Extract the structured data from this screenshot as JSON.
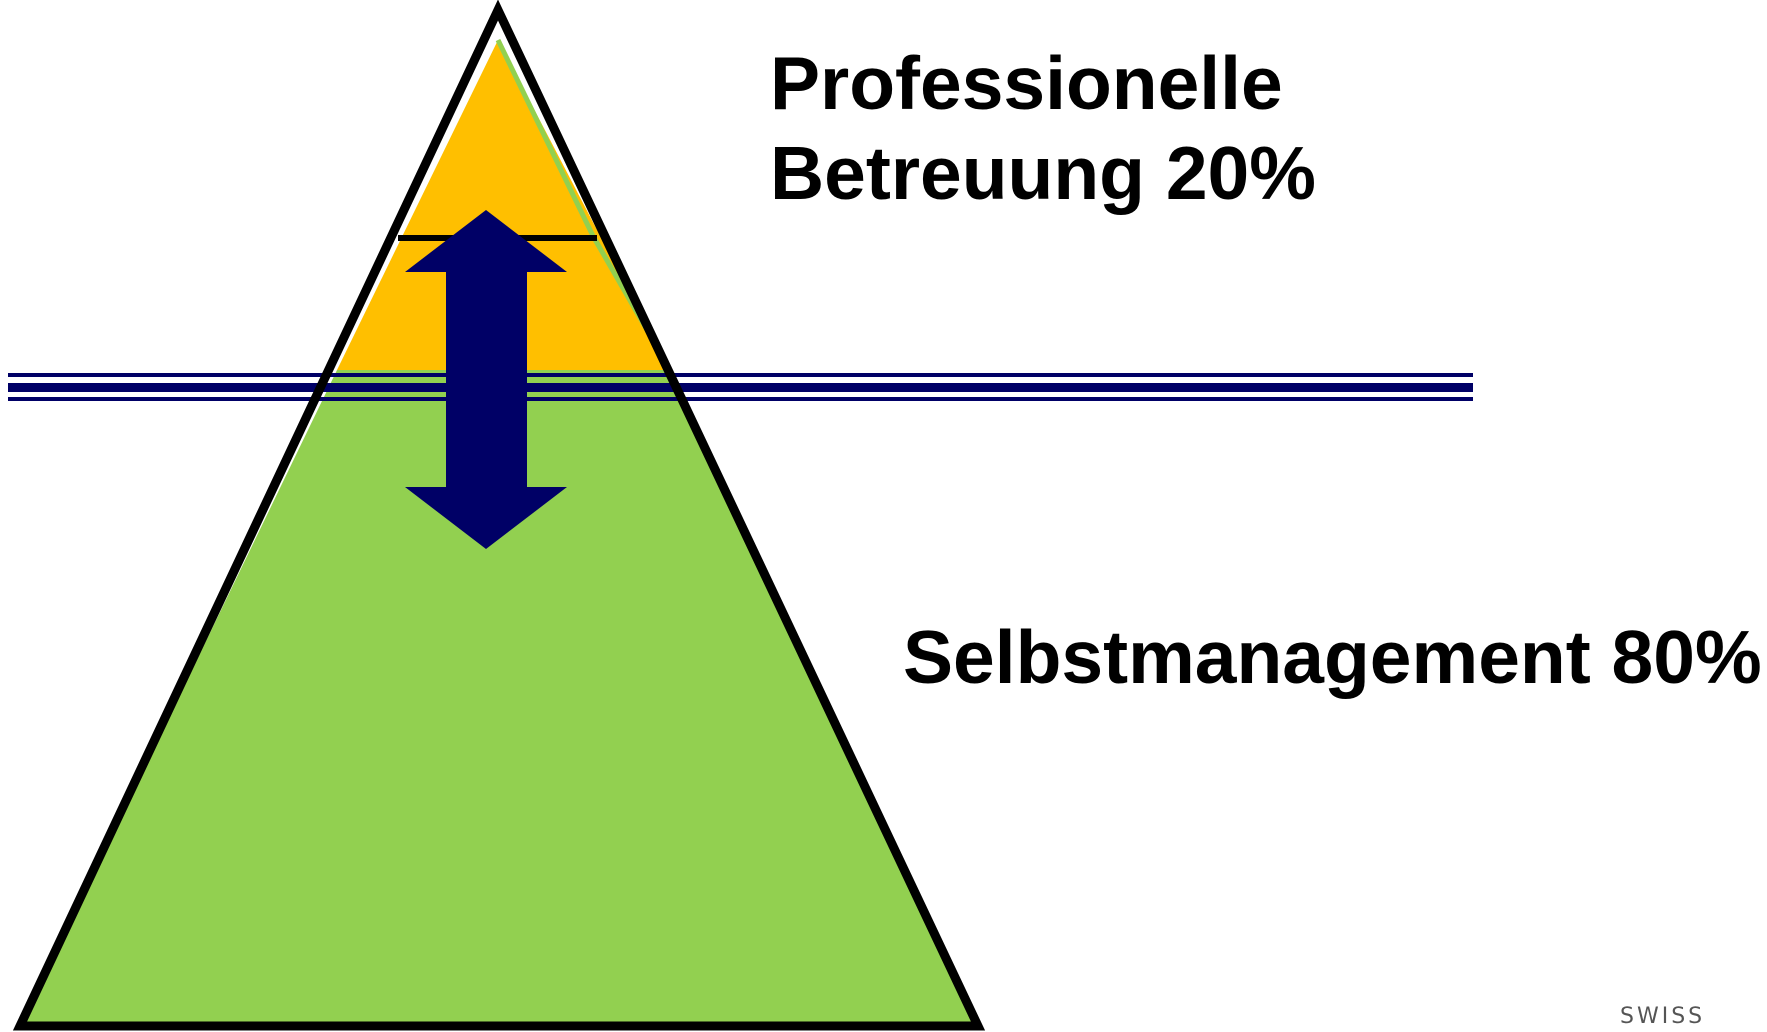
{
  "labels": {
    "top_line1": "Professionelle",
    "top_line2": "Betreuung 20%",
    "bottom": "Selbstmanagement 80%"
  },
  "logo_text": "SWISS",
  "colors": {
    "top_section": "#FFBF00",
    "bottom_section": "#92D050",
    "arrow": "#000066",
    "water_lines": "#000066",
    "outline": "#000000"
  },
  "icons": {
    "arrow": "double-headed-vertical-arrow-icon"
  }
}
